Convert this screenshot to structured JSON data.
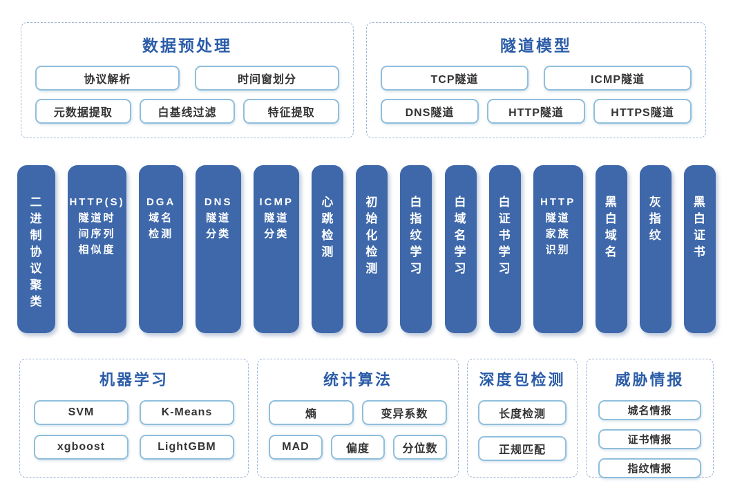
{
  "colors": {
    "accent_blue": "#2B5CA8",
    "bar_fill": "#3E68AA",
    "bar_text": "#FFFFFF",
    "item_box_border": "#8FBEDC",
    "dashed_panel_border": "#9FB6D4",
    "item_text": "#333333",
    "background": "#FFFFFF"
  },
  "top_panels": [
    {
      "title": "数据预处理",
      "rows": [
        [
          "协议解析",
          "时间窗划分"
        ],
        [
          "元数据提取",
          "白基线过滤",
          "特征提取"
        ]
      ]
    },
    {
      "title": "隧道模型",
      "rows": [
        [
          "TCP隧道",
          "ICMP隧道"
        ],
        [
          "DNS隧道",
          "HTTP隧道",
          "HTTPS隧道"
        ]
      ]
    }
  ],
  "bars": [
    {
      "label": "二进制协议聚类",
      "display": "二\n进\n制\n协\n议\n聚\n类"
    },
    {
      "label": "HTTP(S)隧道时间序列相似度",
      "display": "HTTP(S)\n隧道时\n间序列\n相似度"
    },
    {
      "label": "DGA域名检测",
      "display": "DGA\n域名\n检测"
    },
    {
      "label": "DNS隧道分类",
      "display": "DNS\n隧道\n分类"
    },
    {
      "label": "ICMP隧道分类",
      "display": "ICMP\n隧道\n分类"
    },
    {
      "label": "心跳检测",
      "display": "心\n跳\n检\n测"
    },
    {
      "label": "初始化检测",
      "display": "初\n始\n化\n检\n测"
    },
    {
      "label": "白指纹学习",
      "display": "白\n指\n纹\n学\n习"
    },
    {
      "label": "白域名学习",
      "display": "白\n域\n名\n学\n习"
    },
    {
      "label": "白证书学习",
      "display": "白\n证\n书\n学\n习"
    },
    {
      "label": "HTTP隧道家族识别",
      "display": "HTTP\n隧道\n家族\n识别"
    },
    {
      "label": "黑白域名",
      "display": "黑\n白\n域\n名"
    },
    {
      "label": "灰指纹",
      "display": "灰\n指\n纹"
    },
    {
      "label": "黑白证书",
      "display": "黑\n白\n证\n书"
    }
  ],
  "bottom_panels": [
    {
      "title": "机器学习",
      "rows": [
        [
          "SVM",
          "K-Means"
        ],
        [
          "xgboost",
          "LightGBM"
        ]
      ]
    },
    {
      "title": "统计算法",
      "rows": [
        [
          "熵",
          "变异系数"
        ],
        [
          "MAD",
          "偏度",
          "分位数"
        ]
      ]
    },
    {
      "title": "深度包检测",
      "rows": [
        [
          "长度检测"
        ],
        [
          "正规匹配"
        ]
      ]
    },
    {
      "title": "威胁情报",
      "rows": [
        [
          "城名情报"
        ],
        [
          "证书情报"
        ],
        [
          "指纹情报"
        ]
      ]
    }
  ]
}
